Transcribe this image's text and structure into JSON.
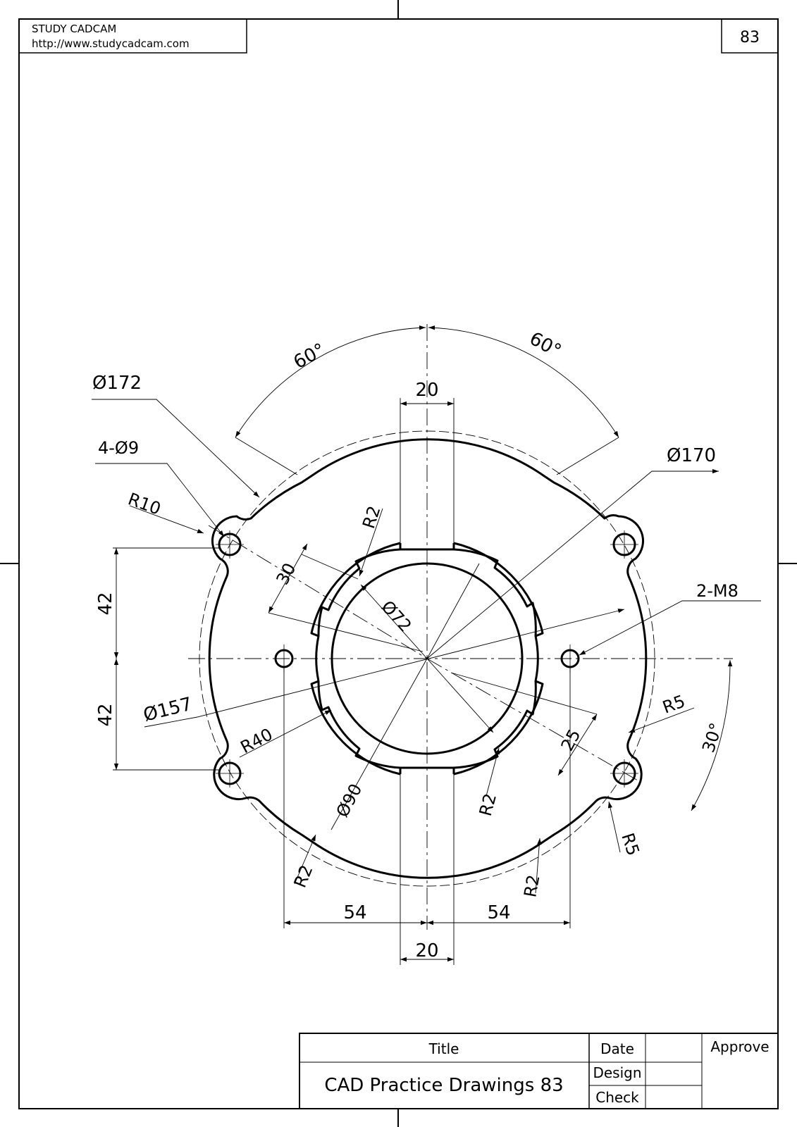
{
  "header": {
    "company": "STUDY CADCAM",
    "url": "http://www.studycadcam.com",
    "page_number": "83"
  },
  "title_block": {
    "title_label": "Title",
    "title_value": "CAD Practice Drawings 83",
    "date_label": "Date",
    "design_label": "Design",
    "check_label": "Check",
    "approve_label": "Approve"
  },
  "dimensions": {
    "angle_left": "60°",
    "angle_right": "60°",
    "phi172": "Ø172",
    "holes_4": "4-Ø9",
    "r10": "R10",
    "r2_top": "R2",
    "phi170": "Ø170",
    "d30": "30",
    "phi72": "Ø72",
    "tapped_2": "2-M8",
    "d42_top": "42",
    "d42_bottom": "42",
    "phi157": "Ø157",
    "r40": "R40",
    "r5_right": "R5",
    "angle_30": "30°",
    "d25": "25",
    "phi90": "Ø90",
    "r2_mid": "R2",
    "r5_bottom": "R5",
    "r2_bottom_left": "R2",
    "r2_bottom_right": "R2",
    "d54_left": "54",
    "d54_right": "54",
    "d20_top": "20",
    "d20_bottom": "20"
  }
}
